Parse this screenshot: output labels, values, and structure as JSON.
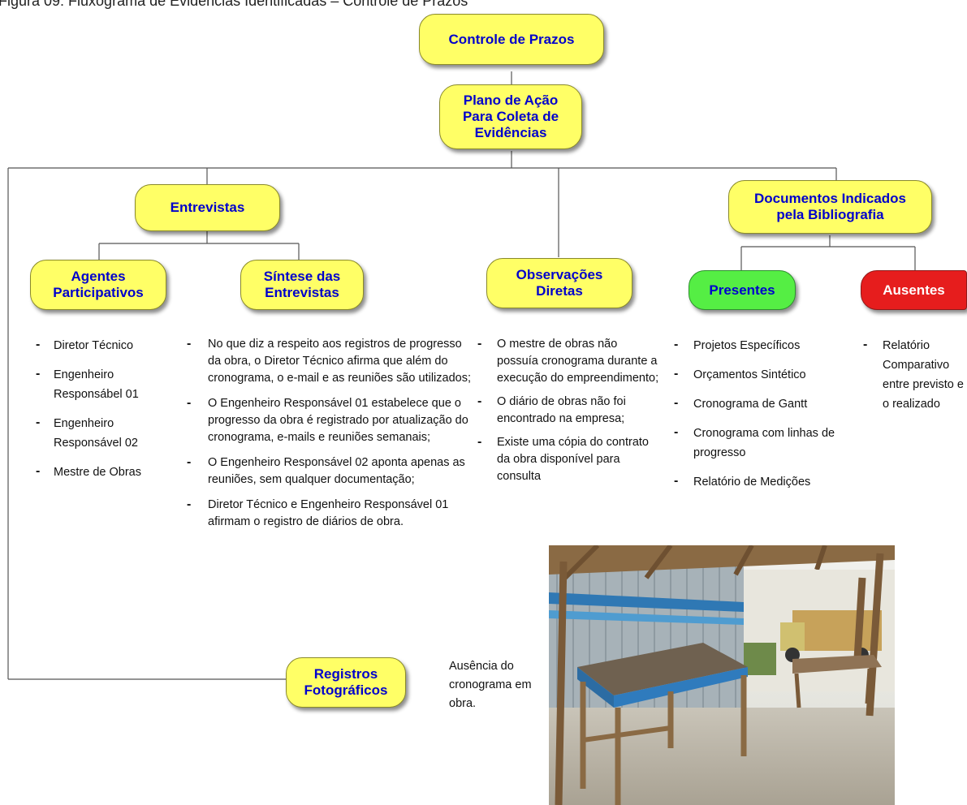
{
  "caption": "Figura 09: Fluxograma de Evidências Identificadas – Controle de Prazos",
  "nodes": {
    "controle": "Controle de Prazos",
    "plano": [
      "Plano de Ação",
      "Para Coleta de",
      "Evidências"
    ],
    "entrevistas": "Entrevistas",
    "documentos": [
      "Documentos Indicados",
      "pela Bibliografia"
    ],
    "agentes": [
      "Agentes",
      "Participativos"
    ],
    "sintese": [
      "Síntese das",
      "Entrevistas"
    ],
    "observacoes": [
      "Observações",
      "Diretas"
    ],
    "presentes": "Presentes",
    "ausentes": "Ausentes",
    "registros": [
      "Registros",
      "Fotográficos"
    ]
  },
  "agentes_list": [
    "Diretor Técnico",
    "Engenheiro Responsábel 01",
    "Engenheiro Responsável 02",
    "Mestre de Obras"
  ],
  "sintese_list": [
    "No que diz a respeito aos registros de progresso da obra, o Diretor Técnico afirma que além do cronograma, o e-mail e as reuniões são utilizados;",
    "O Engenheiro Responsável 01 estabelece que o progresso da obra é registrado por atualização do cronograma, e-mails e reuniões semanais;",
    "O Engenheiro Responsável 02 aponta apenas as reuniões, sem qualquer documentação;",
    "Diretor Técnico e Engenheiro Responsável 01 afirmam o registro de diários de obra."
  ],
  "observacoes_list": [
    "O mestre de obras não possuía cronograma durante a execução do empreendimento;",
    "O diário de obras não foi encontrado na empresa;",
    "Existe uma cópia do contrato da obra disponível para consulta"
  ],
  "presentes_list": [
    "Projetos Específicos",
    "Orçamentos Sintético",
    "Cronograma de Gantt",
    "Cronograma com linhas de progresso",
    "Relatório de Medições"
  ],
  "ausentes_list": [
    "Relatório Comparativo entre previsto e o realizado"
  ],
  "photo_caption": "Ausência do cronograma em obra."
}
